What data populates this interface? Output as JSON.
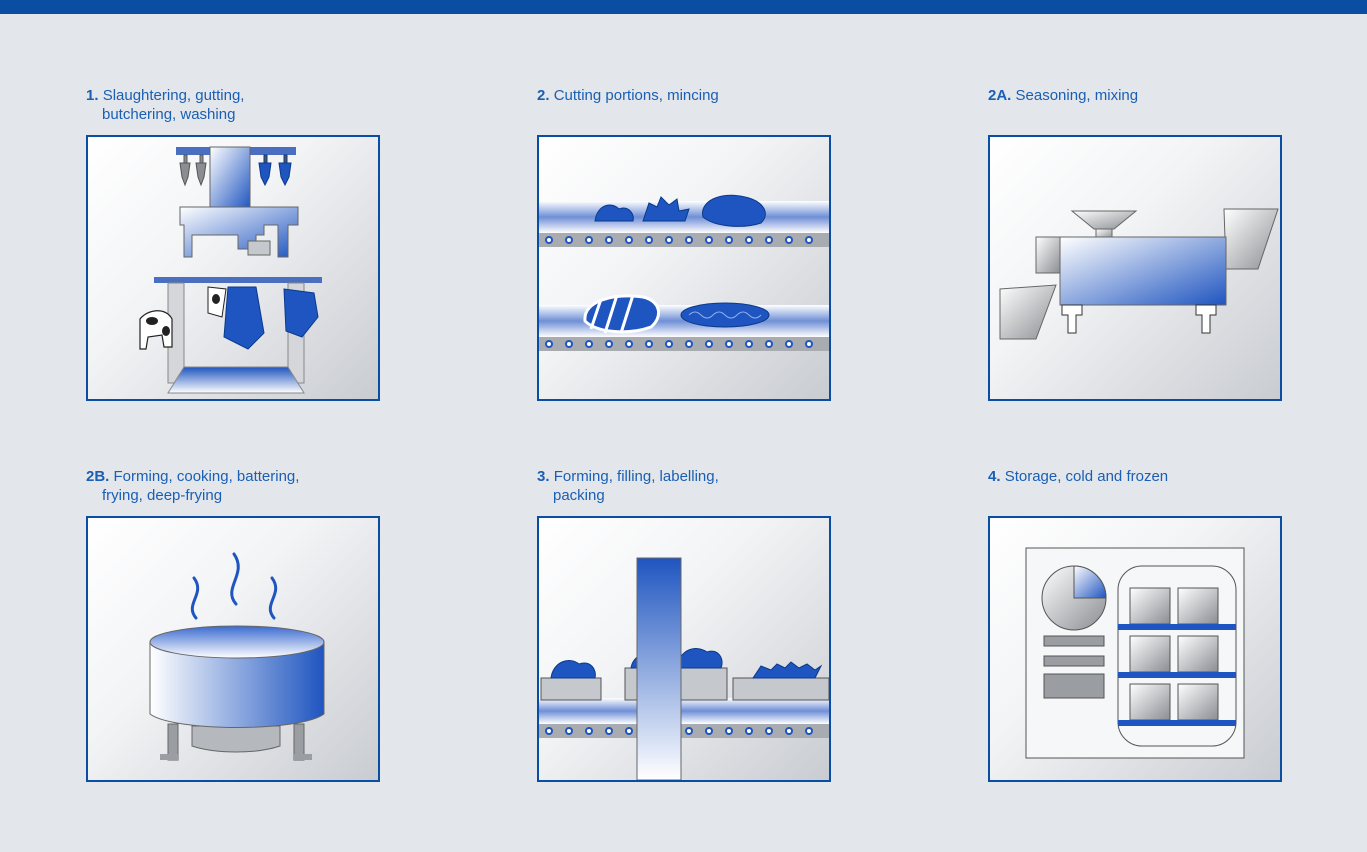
{
  "colors": {
    "brand_blue": "#0a4ea3",
    "caption_blue": "#1a5fb4",
    "background": "#e3e6ea"
  },
  "steps": [
    {
      "num": "1.",
      "line1": "Slaughtering, gutting,",
      "line2": "butchering, washing",
      "icon": "slaughterhouse-icon"
    },
    {
      "num": "2.",
      "line1": "Cutting portions, mincing",
      "line2": "",
      "icon": "cutting-conveyor-icon"
    },
    {
      "num": "2A.",
      "line1": "Seasoning, mixing",
      "line2": "",
      "icon": "mixer-machine-icon"
    },
    {
      "num": "2B.",
      "line1": "Forming, cooking, battering,",
      "line2": "frying, deep-frying",
      "icon": "cooking-pot-icon"
    },
    {
      "num": "3.",
      "line1": "Forming, filling, labelling,",
      "line2": "packing",
      "icon": "packing-conveyor-icon"
    },
    {
      "num": "4.",
      "line1": "Storage, cold and frozen",
      "line2": "",
      "icon": "cold-storage-icon"
    }
  ]
}
